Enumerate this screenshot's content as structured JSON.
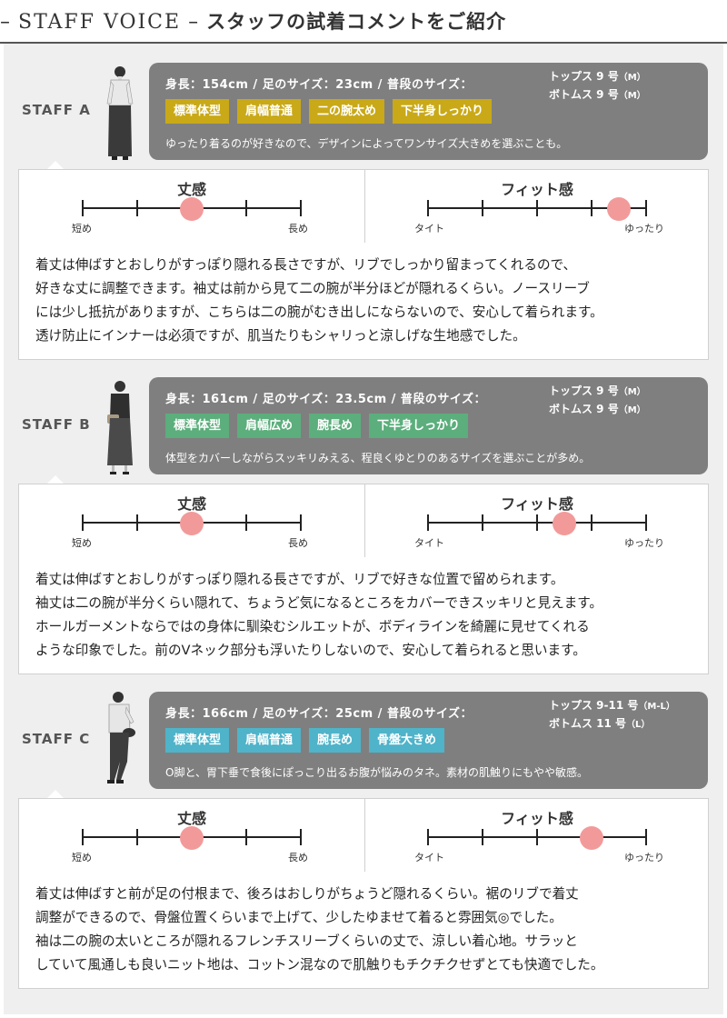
{
  "header": {
    "title_en": "STAFF VOICE",
    "dash": "–",
    "title_jp": "スタッフの試着コメントをご紹介"
  },
  "scale_labels": {
    "length_title": "丈感",
    "length_min": "短め",
    "length_max": "長め",
    "fit_title": "フィット感",
    "fit_min": "タイト",
    "fit_max": "ゆったり"
  },
  "staff": [
    {
      "label": "STAFF A",
      "stats": "身長：154cm / 足のサイズ：23cm / 普段のサイズ：",
      "tops": "トップス  9 号",
      "tops_size": "（M）",
      "bottoms": "ボトムス 9 号",
      "bottoms_size": "（M）",
      "tag_color": "#c9a917",
      "tags": [
        "標準体型",
        "肩幅普通",
        "二の腕太め",
        "下半身しっかり"
      ],
      "comment": "ゆったり着るのが好きなので、デザインによってワンサイズ大きめを選ぶことも。",
      "length_level": 3,
      "fit_level": 4.5,
      "description": [
        "着丈は伸ばすとおしりがすっぽり隠れる長さですが、リブでしっかり留まってくれるので、",
        "好きな丈に調整できます。袖丈は前から見て二の腕が半分ほどが隠れるくらい。ノースリーブ",
        "には少し抵抗がありますが、こちらは二の腕がむき出しにならないので、安心して着られます。",
        "透け防止にインナーは必須ですが、肌当たりもシャリっと涼しげな生地感でした。"
      ]
    },
    {
      "label": "STAFF B",
      "stats": "身長：161cm / 足のサイズ：23.5cm / 普段のサイズ：",
      "tops": "トップス  9 号",
      "tops_size": "（M）",
      "bottoms": "ボトムス  9 号",
      "bottoms_size": "（M）",
      "tag_color": "#5cae7c",
      "tags": [
        "標準体型",
        "肩幅広め",
        "腕長め",
        "下半身しっかり"
      ],
      "comment": "体型をカバーしながらスッキリみえる、程良くゆとりのあるサイズを選ぶことが多め。",
      "length_level": 3,
      "fit_level": 3.5,
      "description": [
        "着丈は伸ばすとおしりがすっぽり隠れる長さですが、リブで好きな位置で留められます。",
        "袖丈は二の腕が半分くらい隠れて、ちょうど気になるところをカバーできスッキリと見えます。",
        "ホールガーメントならではの身体に馴染むシルエットが、ボディラインを綺麗に見せてくれる",
        "ような印象でした。前のVネック部分も浮いたりしないので、安心して着られると思います。"
      ]
    },
    {
      "label": "STAFF C",
      "stats": "身長：166cm / 足のサイズ：25cm / 普段のサイズ：",
      "tops": "トップス  9-11 号",
      "tops_size": "（M-L）",
      "bottoms": "ボトムス 11 号",
      "bottoms_size": "（L）",
      "tag_color": "#4fb3c9",
      "tags": [
        "標準体型",
        "肩幅普通",
        "腕長め",
        "骨盤大きめ"
      ],
      "comment": "O脚と、胃下垂で食後にぽっこり出るお腹が悩みのタネ。素材の肌触りにもやや敏感。",
      "length_level": 3,
      "fit_level": 4,
      "description": [
        "着丈は伸ばすと前が足の付根まで、後ろはおしりがちょうど隠れるくらい。裾のリブで着丈",
        "調整ができるので、骨盤位置くらいまで上げて、少したゆませて着ると雰囲気◎でした。",
        "袖は二の腕の太いところが隠れるフレンチスリーブくらいの丈で、涼しい着心地。サラッと",
        "していて風通しも良いニット地は、コットン混なので肌触りもチクチクせずとても快適でした。"
      ]
    }
  ]
}
